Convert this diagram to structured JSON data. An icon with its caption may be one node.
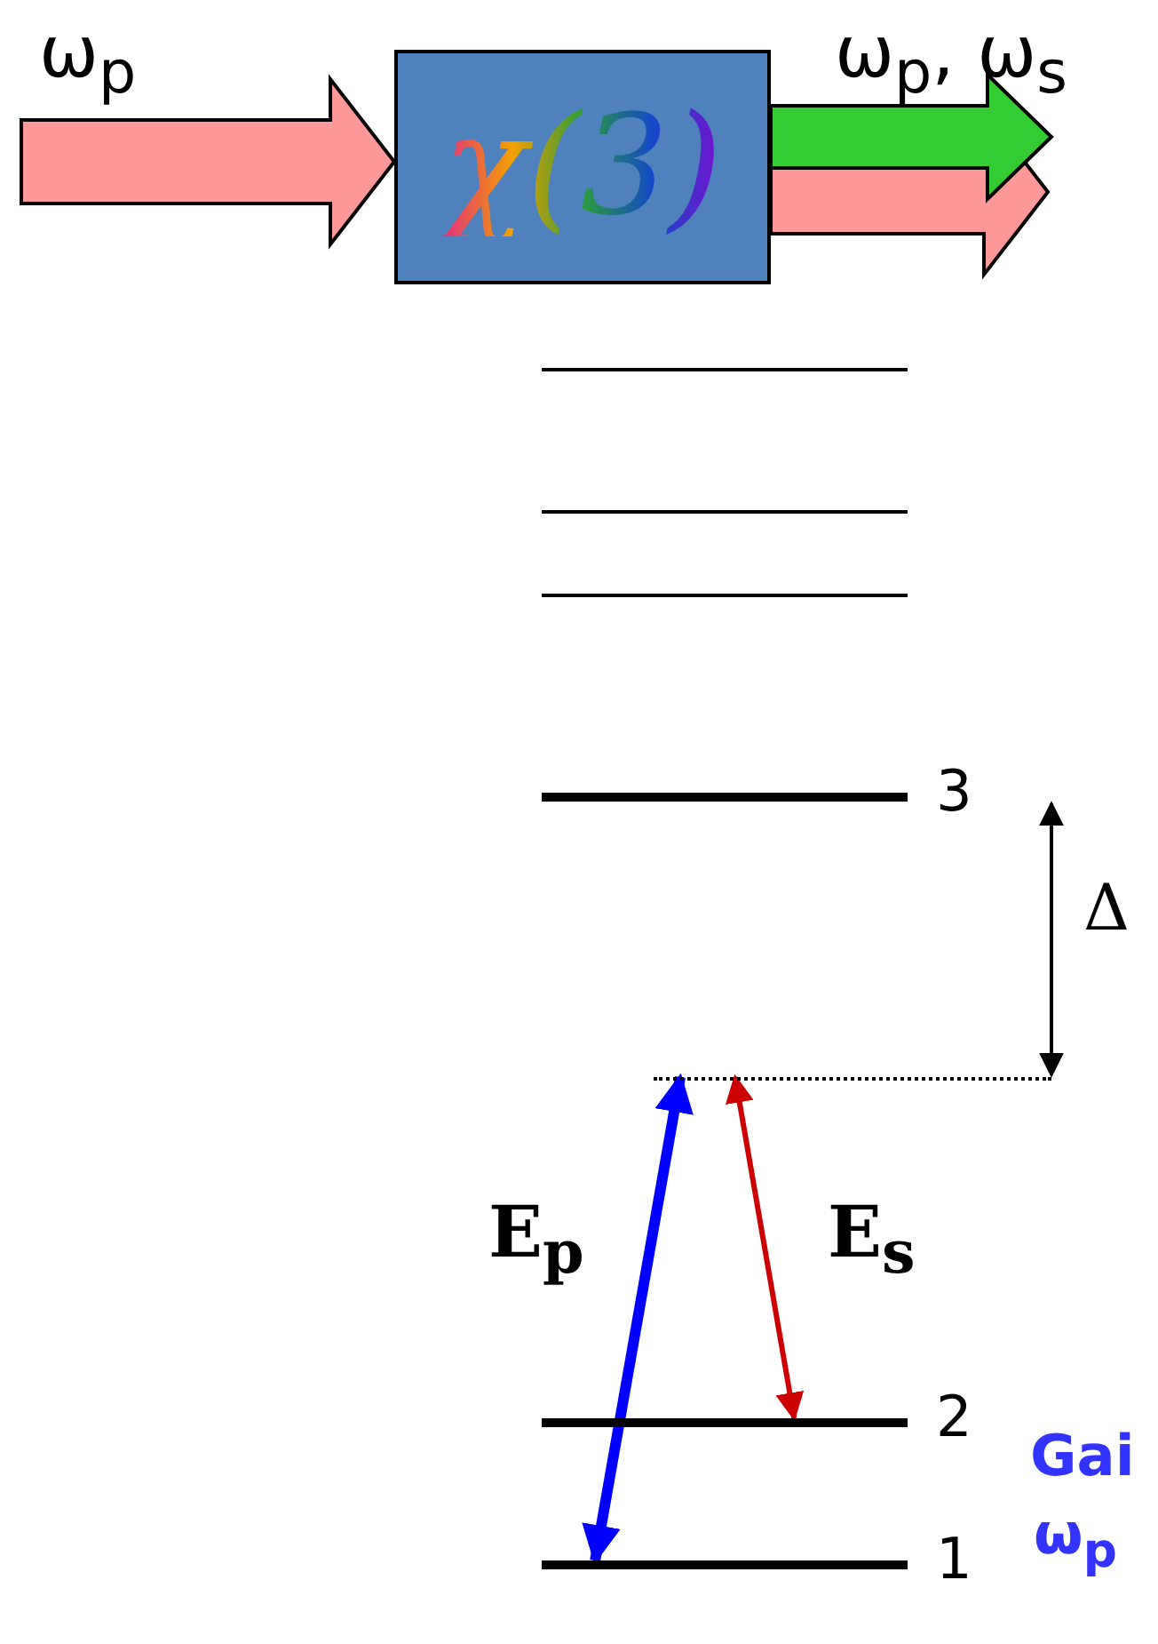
{
  "diagram": {
    "nodes": [
      {
        "text": [
          "χ(3)"
        ]
      },
      {
        "text": [],
        "shape": "bar"
      },
      {
        "text": [],
        "shape": "bar"
      },
      {
        "text": [],
        "shape": "bar"
      },
      {
        "text": [],
        "shape": "bar",
        "beside": [
          "3"
        ]
      },
      {
        "text": [],
        "shape": "bar"
      },
      {
        "text": [],
        "shape": "bar",
        "beside": [
          "2"
        ]
      },
      {
        "text": [],
        "shape": "bar",
        "beside": [
          "1"
        ]
      }
    ],
    "edges": [
      {
        "from": null,
        "to": 0,
        "arrow": "to",
        "label": "ω$_{p}$",
        "style": "thick",
        "color": "#ff9999"
      },
      {
        "from": 0,
        "to": null,
        "arrow": "to",
        "style": "thick",
        "color": "#ff9999"
      },
      {
        "from": 0,
        "to": null,
        "arrow": "to",
        "style": "thick",
        "color": "#33cc33"
      },
      {
        "from": 7,
        "to": 5,
        "arrow": "both",
        "label": "E$_{p}$",
        "style": "thick",
        "color": "#0000ff"
      },
      {
        "from": 6,
        "to": 5,
        "arrow": "both",
        "label": "E$_{s}$",
        "color": "#cc0000"
      }
    ],
    "labels": [
      "ω$_{p}$, ω$_{s}$",
      "Δ",
      "Gai",
      "ω$_{p}$"
    ]
  }
}
